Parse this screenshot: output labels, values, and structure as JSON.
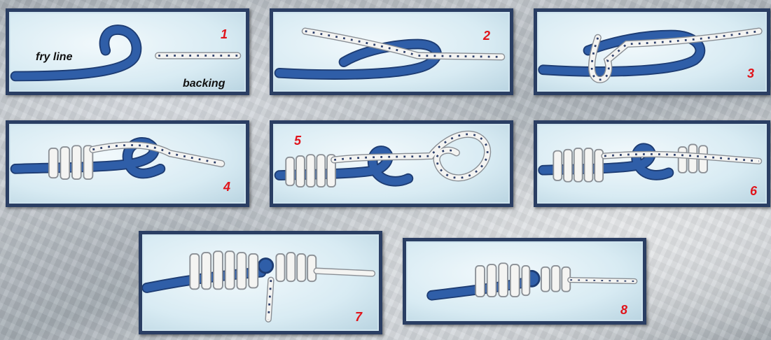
{
  "labels": {
    "fly_line": "fry line",
    "backing": "backing"
  },
  "steps": [
    "1",
    "2",
    "3",
    "4",
    "5",
    "6",
    "7",
    "8"
  ],
  "colors": {
    "frame": "#2a3e63",
    "fly_line": "#2f5ea8",
    "backing": "#f4f4f2",
    "step_number": "#e0141b"
  }
}
